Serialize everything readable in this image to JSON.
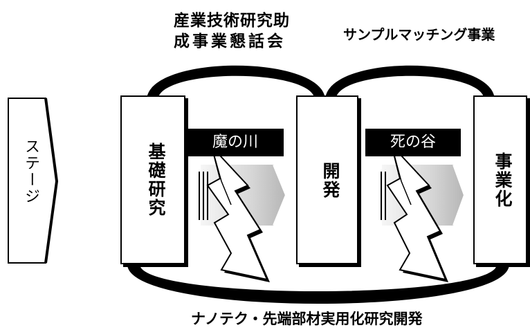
{
  "title_lines": [
    "産業技術研究助",
    "成事業懇話会"
  ],
  "sample_matching": "サンプルマッチング事業",
  "stage_label": "ステージ",
  "basic_research": "基礎研究",
  "development": "開発",
  "commercialization": "事業化",
  "demon_river": "魔の川",
  "death_valley": "死の谷",
  "bottom_label": "ナノテク・先端部材実用化研究開発",
  "colors": {
    "ink": "#000000",
    "paper": "#ffffff",
    "gradient_light": "#f4f4f4",
    "gradient_dark": "#bdbdbd"
  }
}
